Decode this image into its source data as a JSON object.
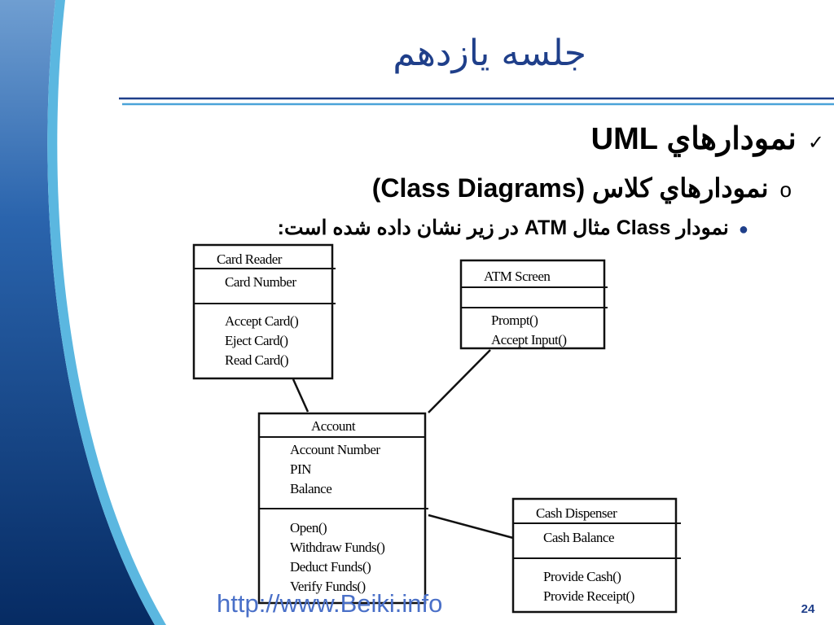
{
  "slide": {
    "title": "جلسه يازدهم",
    "page_number": "24",
    "watermark": "http://www.Beiki.info"
  },
  "bullets": [
    {
      "marker": "✓",
      "text": "نمودارهاي UML"
    },
    {
      "marker": "o",
      "text": "نمودارهاي كلاس (Class Diagrams)"
    },
    {
      "marker": "●",
      "text": "نمودار Class مثال ATM در زير نشان داده شده است:"
    }
  ],
  "colors": {
    "title": "#1f3f8a",
    "line_dark": "#1f3f8a",
    "line_light": "#4aa3d8",
    "background_band": "#0d3a7a"
  },
  "diagram": {
    "classes": {
      "card_reader": {
        "name": "Card Reader",
        "attributes": [
          "Card Number"
        ],
        "operations": [
          "Accept Card()",
          "Eject Card()",
          "Read Card()"
        ]
      },
      "atm_screen": {
        "name": "ATM Screen",
        "attributes": [],
        "operations": [
          "Prompt()",
          "Accept Input()"
        ]
      },
      "account": {
        "name": "Account",
        "attributes": [
          "Account Number",
          "PIN",
          "Balance"
        ],
        "operations": [
          "Open()",
          "Withdraw Funds()",
          "Deduct Funds()",
          "Verify Funds()"
        ]
      },
      "cash_dispenser": {
        "name": "Cash Dispenser",
        "attributes": [
          "Cash Balance"
        ],
        "operations": [
          "Provide Cash()",
          "Provide Receipt()"
        ]
      }
    }
  }
}
